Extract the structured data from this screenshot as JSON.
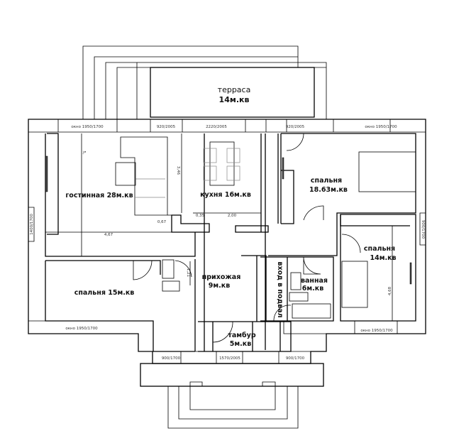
{
  "rooms": {
    "terrace": {
      "name": "терраса",
      "area": "14м.кв"
    },
    "living": {
      "label": "гостинная 28м.кв"
    },
    "kitchen": {
      "label": "кухня 16м.кв"
    },
    "bedroom1": {
      "name": "спальня",
      "area": "18.63м.кв"
    },
    "bedroom2": {
      "name": "спальня",
      "area": "14м.кв"
    },
    "bedroom3": {
      "label": "спальня 15м.кв"
    },
    "hall": {
      "name": "прихожая",
      "area": "9м.кв"
    },
    "basement": {
      "label": "вход в подвал"
    },
    "bathroom": {
      "name": "ванная",
      "area": "6м.кв"
    },
    "vestibule": {
      "name": "тамбур",
      "area": "5м.кв"
    }
  },
  "openings": {
    "top_left_window": "окно 1950/1700",
    "top_door_left": "920/2005",
    "top_door_center": "2220/2005",
    "top_door_right": "920/2005",
    "top_right_window": "окно 1950/1700",
    "left_window": "1400/1700",
    "right_window": "900/1700",
    "bottom_left_window": "окно 1950/1700",
    "bottom_right_window": "окно 1950/1700",
    "bottom_window_left": "900/1700",
    "entrance_door": "1570/2005",
    "bottom_window_right": "900/1700"
  },
  "dimensions": {
    "living_width": "4,67",
    "living_height": "5,",
    "sofa_gap": "0,67",
    "kitchen_height": "3,46",
    "kitchen_small": "0,35",
    "kitchen_width": "2,00",
    "bath_small": "1,21",
    "bedroom2_height": "4,68"
  }
}
